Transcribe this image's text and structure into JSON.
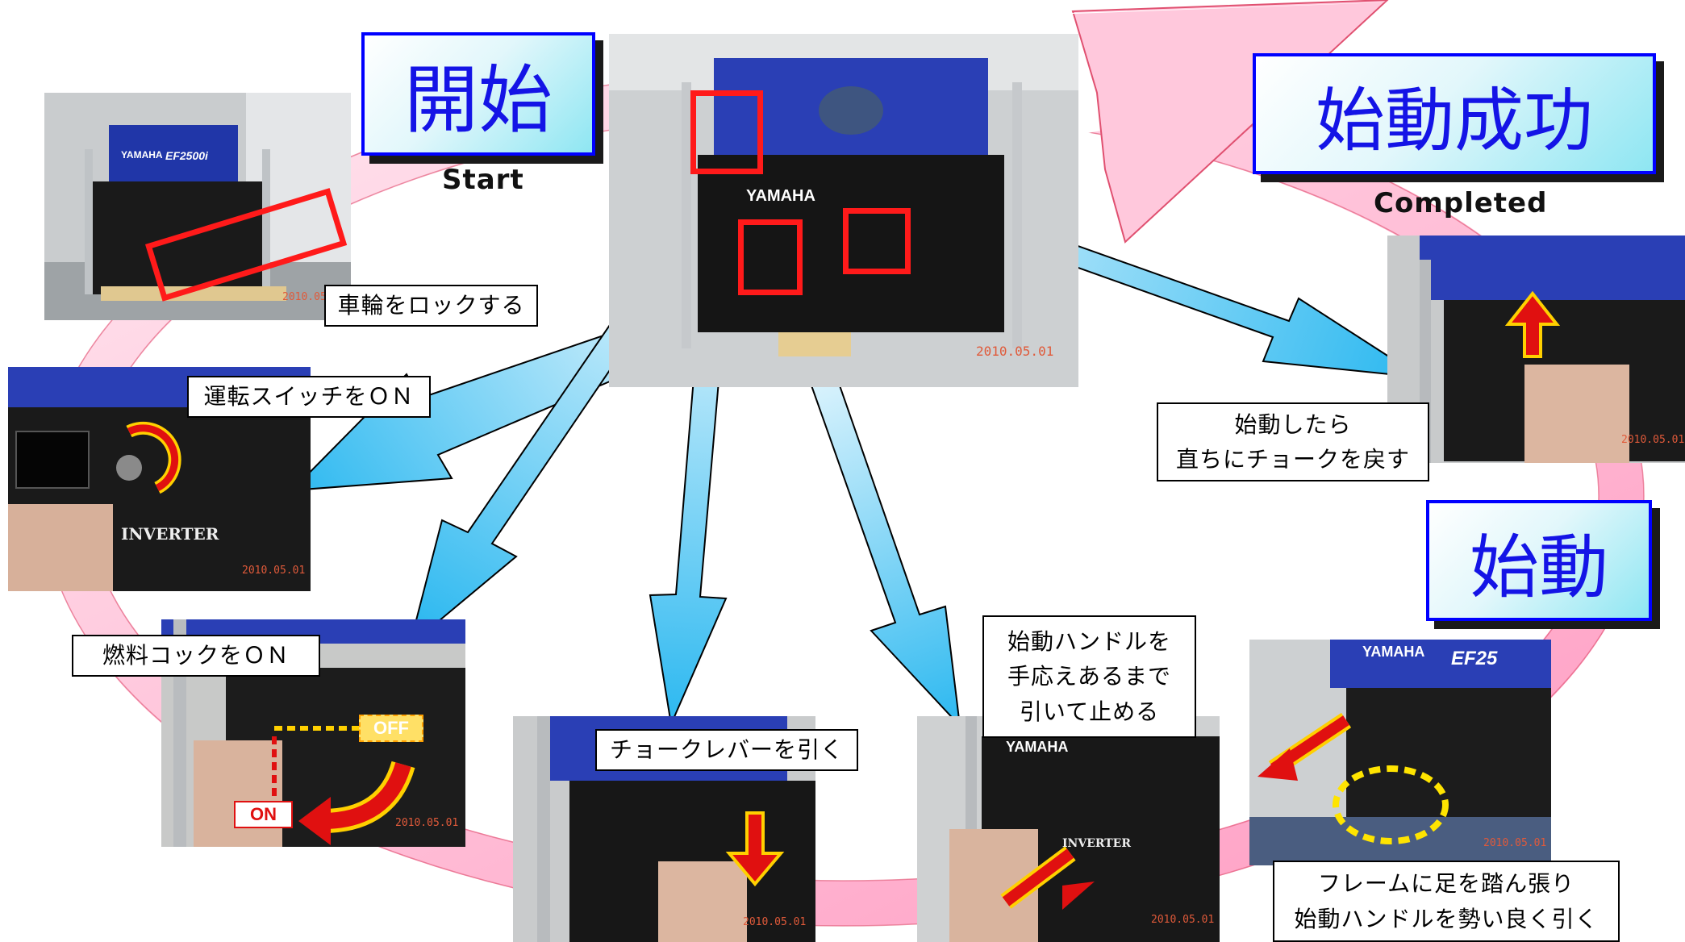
{
  "titles": {
    "start": "開始",
    "start_sub": "Start",
    "success": "始動成功",
    "success_sub": "Completed",
    "crank": "始動"
  },
  "steps": {
    "lock_wheels": "車輪をロックする",
    "switch_on": "運転スイッチをＯＮ",
    "fuel_cock_on": "燃料コックをＯＮ",
    "choke_pull": "チョークレバーを引く",
    "handle_pull": [
      "始動ハンドルを",
      "手応えあるまで",
      "引いて止める"
    ],
    "brace_and_pull": [
      "フレームに足を踏ん張り",
      "始動ハンドルを勢い良く引く"
    ],
    "return_choke": [
      "始動したら",
      "直ちにチョークを戻す"
    ]
  },
  "photo_text": {
    "brand": "YAMAHA",
    "model": "EF2500i",
    "model_short": "EF25",
    "inverter": "INVERTER",
    "date": "2010.05.01",
    "off": "OFF",
    "on": "ON"
  },
  "colors": {
    "title_text": "#1414e6",
    "title_border": "#0000ff",
    "highlight": "#ff1a1a",
    "cycle_arrow": "#ffb6d2",
    "flow_arrow": "#3cc0f0"
  }
}
